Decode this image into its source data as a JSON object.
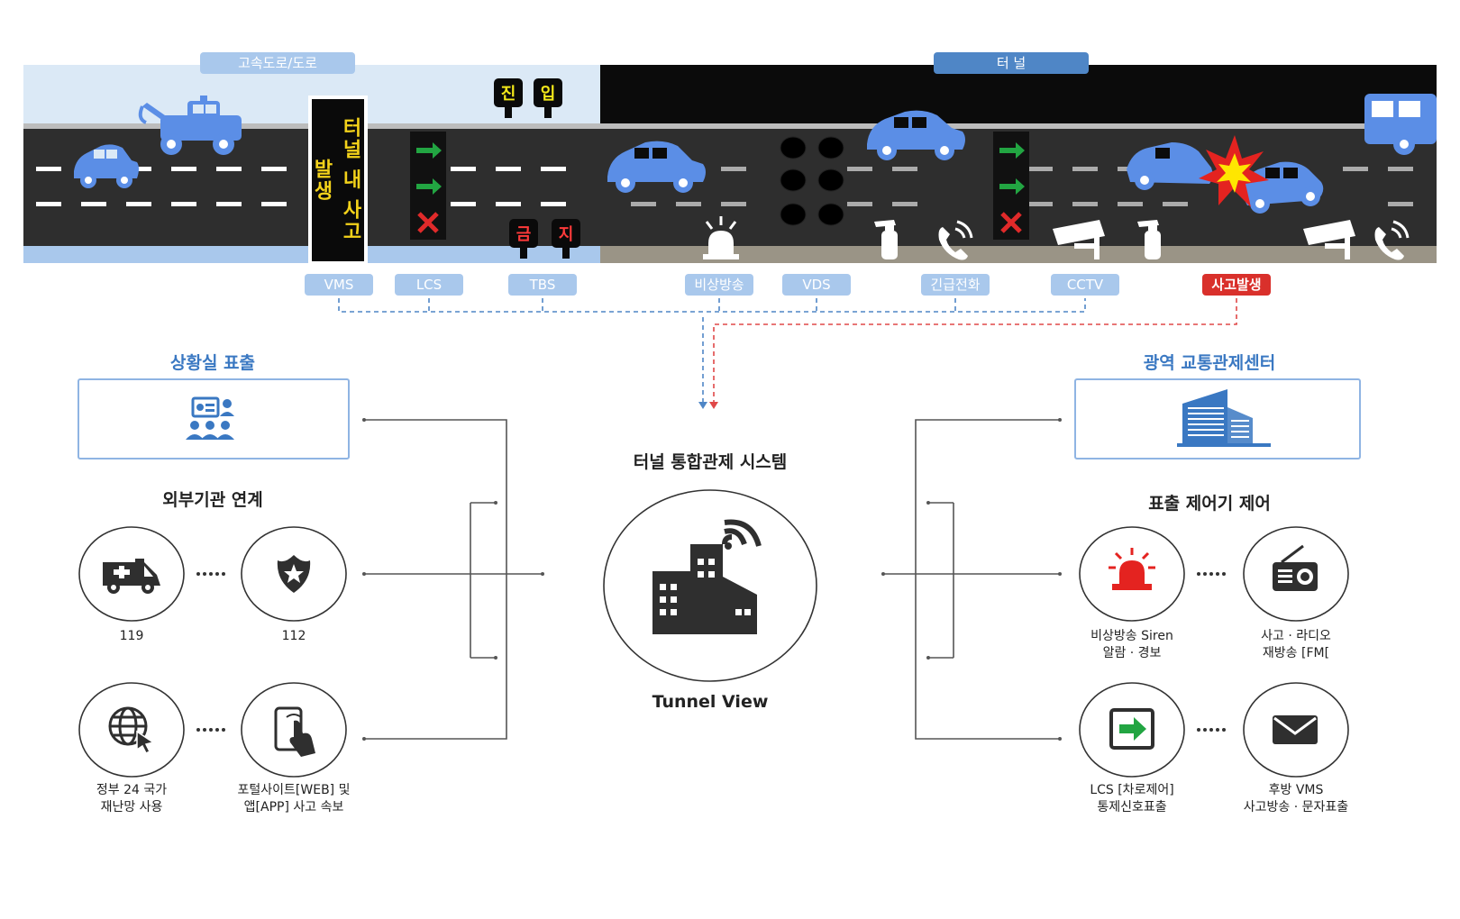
{
  "zones": {
    "road_label": "고속도로/도로",
    "tunnel_label": "터 널"
  },
  "signs": {
    "vms_text": "터널 내 사고 발생",
    "tbs_enter": [
      "진",
      "입"
    ],
    "tbs_prohibit": [
      "금",
      "지"
    ]
  },
  "devices": [
    {
      "label": "VMS"
    },
    {
      "label": "LCS"
    },
    {
      "label": "TBS"
    },
    {
      "label": "비상방송"
    },
    {
      "label": "VDS"
    },
    {
      "label": "긴급전화"
    },
    {
      "label": "CCTV"
    },
    {
      "label": "사고발생"
    }
  ],
  "left": {
    "control_room_title": "상황실 표출",
    "external_title": "외부기관 연계",
    "agencies": [
      {
        "icon": "ambulance-icon",
        "label": "119"
      },
      {
        "icon": "police-badge-icon",
        "label": "112"
      },
      {
        "icon": "globe-cursor-icon",
        "label": "정부 24 국가\n재난망 사용"
      },
      {
        "icon": "phone-touch-icon",
        "label": "포털사이트[WEB] 및\n앱[APP] 사고 속보"
      }
    ]
  },
  "center": {
    "title": "터널 통합관제 시스템",
    "subtitle": "Tunnel View"
  },
  "right": {
    "center_title": "광역 교통관제센터",
    "control_title": "표출 제어기 제어",
    "controls": [
      {
        "icon": "siren-icon",
        "label": "비상방송 Siren\n알람 · 경보"
      },
      {
        "icon": "radio-icon",
        "label": "사고 · 라디오\n재방송 [FM["
      },
      {
        "icon": "lane-arrow-icon",
        "label": "LCS [차로제어]\n통제신호표출"
      },
      {
        "icon": "envelope-icon",
        "label": "후방 VMS\n사고방송 · 문자표출"
      }
    ]
  },
  "colors": {
    "sky": "#dbe9f6",
    "tunnel": "#0b0b0b",
    "road": "#2b2b2b",
    "car": "#5b8ee6",
    "accent_blue": "#4f86c6",
    "alert_red": "#d9302b"
  }
}
